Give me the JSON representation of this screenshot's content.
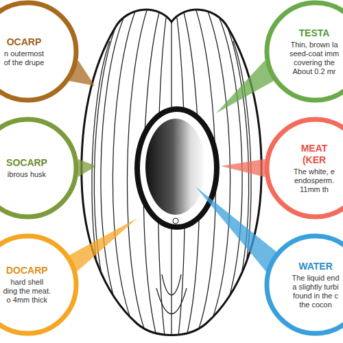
{
  "diagram": {
    "nodes": [
      {
        "text": [
          "OCARP",
          "n outermost of the drupe"
        ]
      },
      {
        "text": [
          "TESTA",
          "Thin, brown la seed-coat imm covering the About 0.2 mr"
        ]
      },
      {
        "text": [
          "SOCARP",
          "ibrous husk"
        ]
      },
      {
        "text": [
          "MEAT (KER",
          "The white, e endosperm. 11mm th"
        ]
      },
      {
        "text": [
          "DOCARP",
          "hard shell ding the meat. o 4mm thick"
        ]
      },
      {
        "text": [
          "WATER",
          "The liquid end a slightly turbi found in the c the cocon"
        ]
      }
    ]
  }
}
